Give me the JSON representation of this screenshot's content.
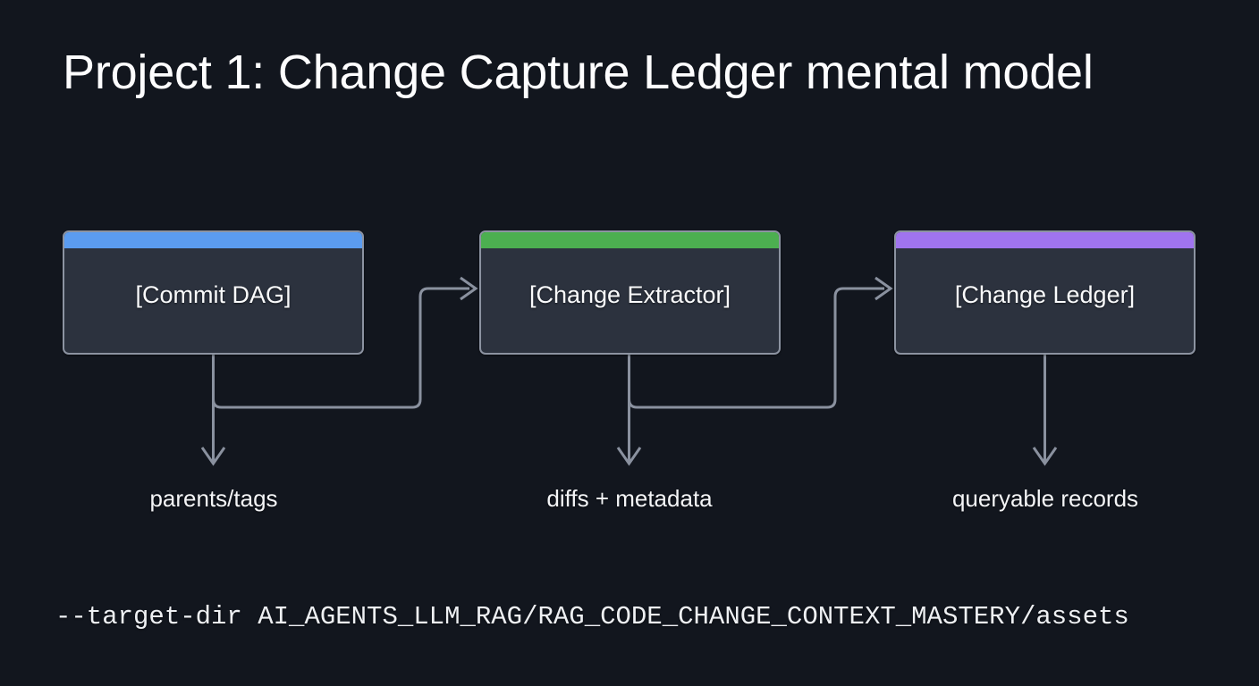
{
  "slide": {
    "title": "Project 1: Change Capture Ledger mental model",
    "background_color": "#12161e",
    "command": "--target-dir AI_AGENTS_LLM_RAG/RAG_CODE_CHANGE_CONTEXT_MASTERY/assets"
  },
  "diagram": {
    "nodes": [
      {
        "id": "commit-dag",
        "label": "[Commit DAG]",
        "accent_color": "#5b9cf0",
        "body_color": "#2c323e",
        "border_color": "#8c93a1",
        "output_label": "parents/tags"
      },
      {
        "id": "change-extractor",
        "label": "[Change Extractor]",
        "accent_color": "#4caf50",
        "body_color": "#2c323e",
        "border_color": "#8c93a1",
        "output_label": "diffs + metadata"
      },
      {
        "id": "change-ledger",
        "label": "[Change Ledger]",
        "accent_color": "#a074ef",
        "body_color": "#2c323e",
        "border_color": "#8c93a1",
        "output_label": "queryable records"
      }
    ],
    "edges": [
      {
        "from": "commit-dag",
        "to": "change-extractor",
        "kind": "flow"
      },
      {
        "from": "change-extractor",
        "to": "change-ledger",
        "kind": "flow"
      },
      {
        "from": "commit-dag",
        "to": "parents/tags",
        "kind": "output"
      },
      {
        "from": "change-extractor",
        "to": "diffs + metadata",
        "kind": "output"
      },
      {
        "from": "change-ledger",
        "to": "queryable records",
        "kind": "output"
      }
    ],
    "edge_color": "#8a919f"
  }
}
